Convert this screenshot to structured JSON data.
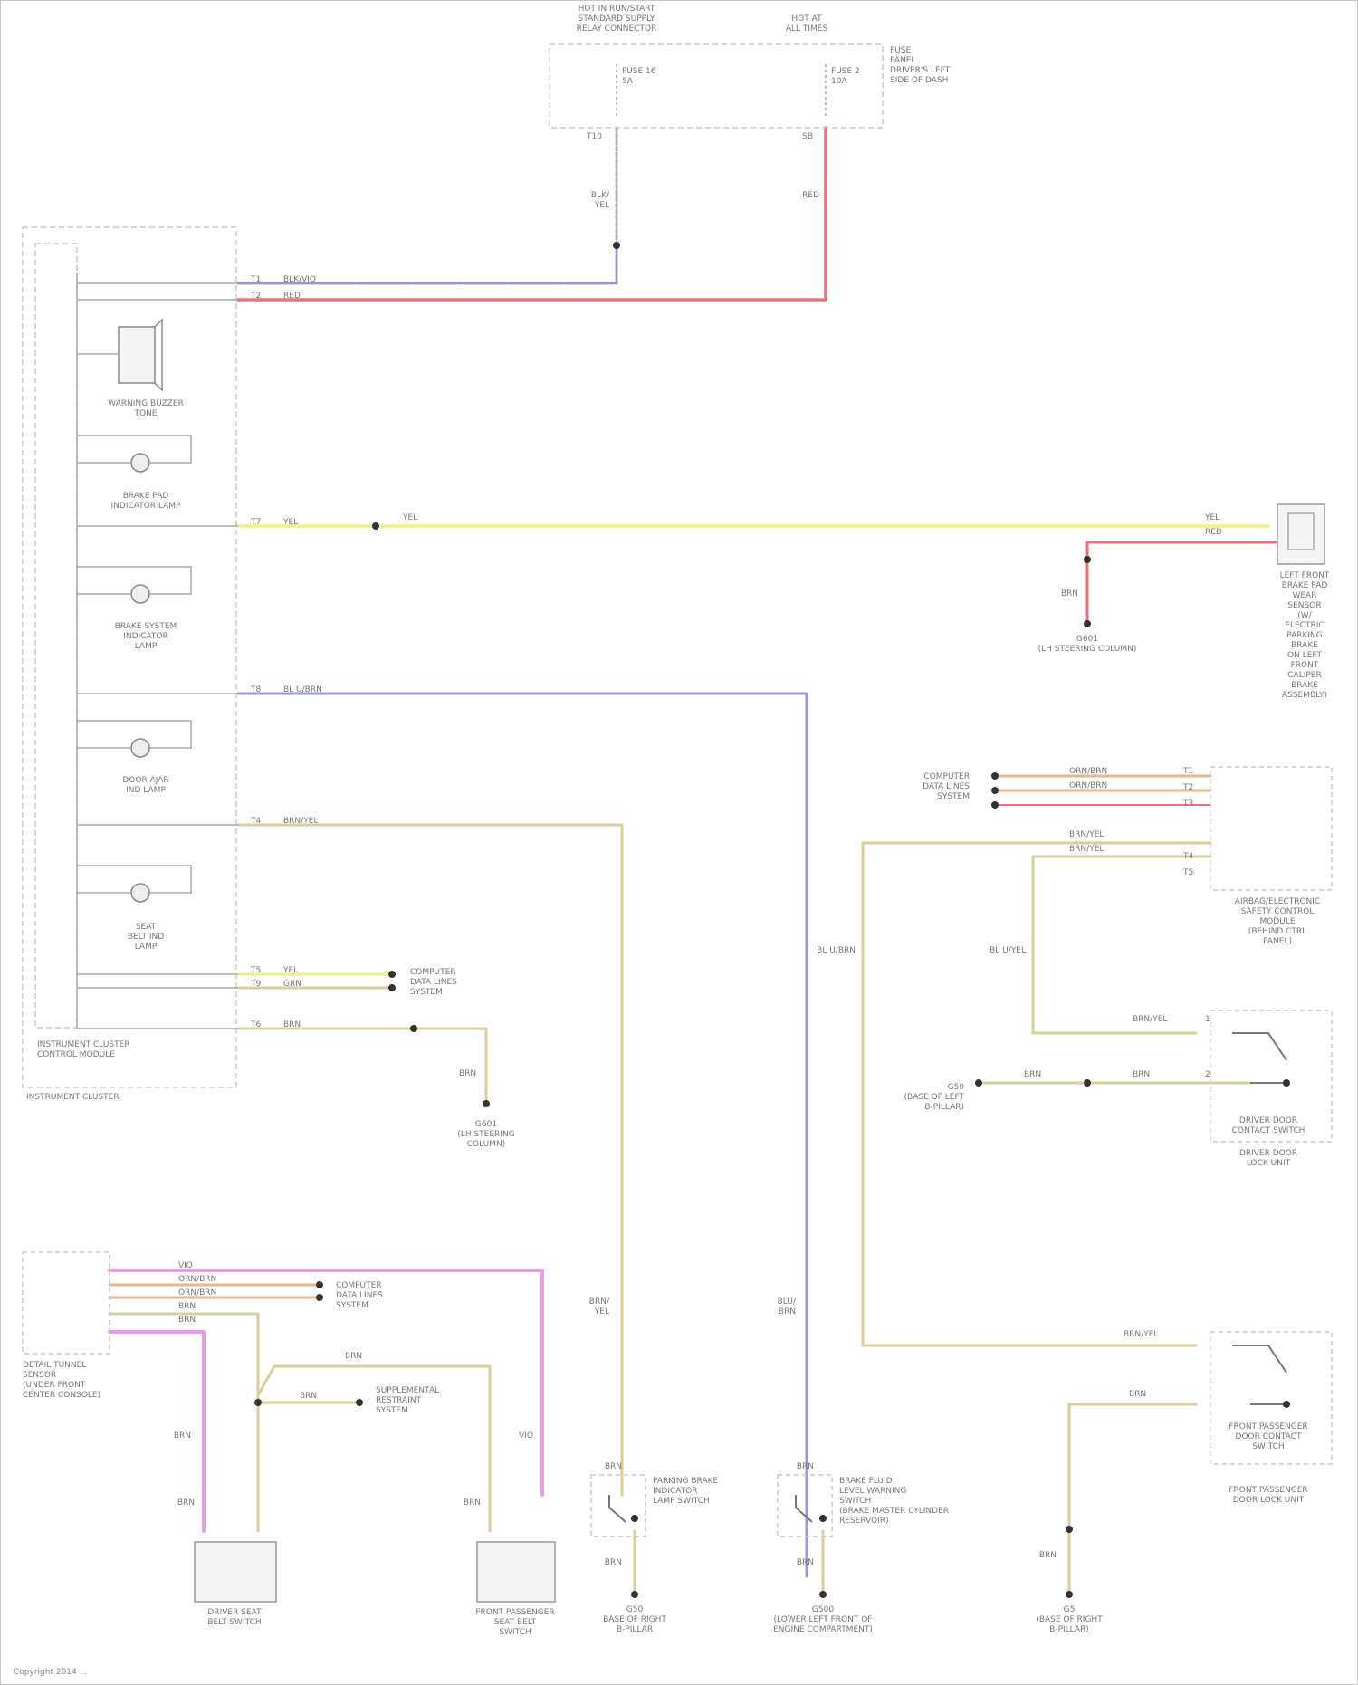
{
  "diagram": {
    "colors": {
      "red": "#e8747a",
      "violet": "#9898d4",
      "yellow": "#eef08a",
      "tan": "#d8ce9a",
      "pink": "#e89ce6",
      "peach": "#e8b48c",
      "gray": "#b4b4b4",
      "wire": "#a8a8a8",
      "box": "#c8c8c8"
    },
    "top_fuse_box": {
      "title": "HOT IN RUN/START\nSTANDARD SUPPLY\nRELAY CONNECTOR",
      "fuse_label": "HOT AT\nALL TIMES",
      "fuse_a": "FUSE 16\n5A",
      "fuse_b": "FUSE 2\n10A",
      "side_note": "FUSE\nPANEL\nDRIVER'S LEFT\nSIDE OF DASH",
      "pin_a": "T10",
      "pin_b": "SB",
      "wire_a": "BLK/\nYEL",
      "wire_b": "RED"
    },
    "cluster": {
      "warning_tone": "WARNING BUZZER\nTONE",
      "brake_pad_lamp": "BRAKE PAD\nINDICATOR LAMP",
      "brake_system_lamp": "BRAKE SYSTEM\nINDICATOR\nLAMP",
      "door_ajar": "DOOR AJAR\nIND LAMP",
      "seat_belt_lamp": "SEAT\nBELT IND\nLAMP",
      "control_module": "INSTRUMENT CLUSTER\nCONTROL MODULE",
      "cluster_name": "INSTRUMENT CLUSTER",
      "pins": {
        "p1": "T1",
        "p2": "T2",
        "p3": "T7",
        "p4": "T8",
        "p5": "T4",
        "p6": "T5",
        "p7": "T9",
        "p8": "T6"
      },
      "wires": {
        "w1": "BLK/VIO",
        "w2": "RED",
        "w3": "YEL",
        "w4": "BL U/BRN",
        "w5": "BRN/YEL",
        "w6": "YEL",
        "w7": "GRN",
        "w8": "BRN"
      },
      "splice_w3": "YEL",
      "cluster_splice_labels": "COMPUTER\nDATA LINES\nSYSTEM",
      "ground_label": "G601\n(LH STEERING\nCOLUMN)",
      "ground_wire": "BRN"
    },
    "brake_pad_sensor": {
      "label": "LEFT FRONT\nBRAKE PAD\nWEAR SENSOR\n(W/ ELECTRIC\nPARKING BRAKE\nON LEFT FRONT\nCALIPER BRAKE\nASSEMBLY)",
      "wire_yel": "YEL",
      "wire_red": "RED",
      "ground_wire": "BRN",
      "ground_label": "G601\n(LH STEERING COLUMN)"
    },
    "airbag": {
      "label": "AIRBAG/ELECTRONIC\nSAFETY CONTROL MODULE\n(BEHIND CTRL PANEL)",
      "pins": [
        "T1",
        "T2",
        "T3",
        "T4",
        "T5"
      ],
      "wires": [
        "ORN/BRN",
        "ORN/BRN",
        "BRN/YEL",
        "BRN/YEL"
      ],
      "data_lines": "COMPUTER\nDATA LINES\nSYSTEM",
      "wire_v": "BL U/BRN",
      "wire_v2": "BL U/YEL"
    },
    "door_switch": {
      "label": "DRIVER DOOR\nCONTACT SWITCH",
      "sub": "DRIVER DOOR\nLOCK UNIT",
      "wire_top": "BRN/YEL",
      "wire_bot1": "BRN",
      "wire_bot2": "BRN",
      "pin_top": "1",
      "pin_bot": "2",
      "ground_label": "G50\n(BASE OF LEFT\nB-PILLAR)"
    },
    "pass_switch": {
      "label": "FRONT PASSENGER\nDOOR CONTACT\nSWITCH",
      "sub": "FRONT PASSENGER\nDOOR LOCK UNIT",
      "wire_top": "BRN/YEL",
      "wire_bot": "BRN",
      "ground_wire": "BRN",
      "ground_label": "G5\n(BASE OF RIGHT\nB-PILLAR)"
    },
    "seat_module": {
      "label": "DETAIL TUNNEL\nSENSOR\n(UNDER FRONT\nCENTER CONSOLE)",
      "wires": [
        "VIO",
        "ORN/BRN",
        "ORN/BRN",
        "BRN",
        "BRN"
      ],
      "data_lines": "COMPUTER\nDATA LINES\nSYSTEM",
      "splice_wire": "BRN",
      "mid_wire": "BRN",
      "mid_label": "SUPPLEMENTAL\nRESTRAINT\nSYSTEM",
      "driver_buckle": "DRIVER SEAT\nBELT SWITCH",
      "pass_buckle": "FRONT PASSENGER\nSEAT BELT\nSWITCH",
      "w_a": "BRN",
      "w_b": "BRN",
      "w_c": "BRN",
      "w_d": "VIO"
    },
    "parking_brake": {
      "label": "PARKING BRAKE\nINDICATOR\nLAMP SWITCH",
      "wire_in": "BRN/\nYEL",
      "wire_out1": "BRN",
      "wire_out2": "BRN",
      "ground_label": "G50\nBASE OF RIGHT\nB-PILLAR"
    },
    "brake_fluid": {
      "label": "BRAKE FLUID\nLEVEL WARNING\nSWITCH\n(BRAKE MASTER CYLINDER\nRESERVOIR)",
      "wire_in": "BLU/\nBRN",
      "wire_out1": "BRN",
      "wire_out2": "BRN",
      "ground_label": "G500\n(LOWER LEFT FRONT OF\nENGINE COMPARTMENT)"
    },
    "footer": "Copyright 2014 ..."
  }
}
